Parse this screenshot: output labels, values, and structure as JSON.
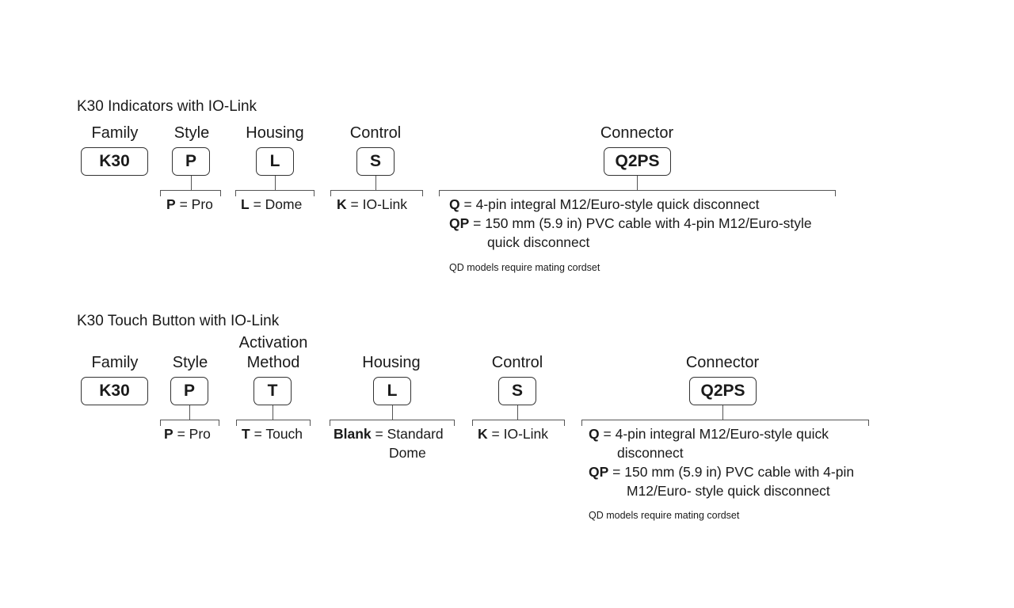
{
  "indicators": {
    "title": "K30 Indicators with IO-Link",
    "family": {
      "label": "Family",
      "code": "K30"
    },
    "style": {
      "label": "Style",
      "code": "P",
      "opt_key": "P",
      "opt_text": "= Pro"
    },
    "housing": {
      "label": "Housing",
      "code": "L",
      "opt_key": "L",
      "opt_text": "= Dome"
    },
    "control": {
      "label": "Control",
      "code": "S",
      "opt_key": "K",
      "opt_text": "= IO-Link"
    },
    "connector": {
      "label": "Connector",
      "code": "Q2PS",
      "opt1_key": "Q",
      "opt1_text": "= 4-pin integral M12/Euro-style quick disconnect",
      "opt2_key": "QP",
      "opt2_text": "= 150 mm (5.9 in) PVC cable with 4-pin M12/Euro-style",
      "opt2_cont": "quick disconnect",
      "note": "QD models require mating cordset"
    }
  },
  "touch": {
    "title": "K30 Touch Button with IO-Link",
    "family": {
      "label": "Family",
      "code": "K30"
    },
    "style": {
      "label": "Style",
      "code": "P",
      "opt_key": "P",
      "opt_text": "= Pro"
    },
    "activation": {
      "label_line1": "Activation",
      "label_line2": "Method",
      "code": "T",
      "opt_key": "T",
      "opt_text": "= Touch"
    },
    "housing": {
      "label": "Housing",
      "code": "L",
      "opt_key": "Blank",
      "opt_text": "= Standard",
      "opt_cont": "Dome"
    },
    "control": {
      "label": "Control",
      "code": "S",
      "opt_key": "K",
      "opt_text": "= IO-Link"
    },
    "connector": {
      "label": "Connector",
      "code": "Q2PS",
      "opt1_key": "Q",
      "opt1_text": "= 4-pin integral M12/Euro-style quick",
      "opt1_cont": "disconnect",
      "opt2_key": "QP",
      "opt2_text": "= 150 mm (5.9 in) PVC cable with 4-pin",
      "opt2_cont": "M12/Euro- style quick disconnect",
      "note": "QD models require mating cordset"
    }
  }
}
